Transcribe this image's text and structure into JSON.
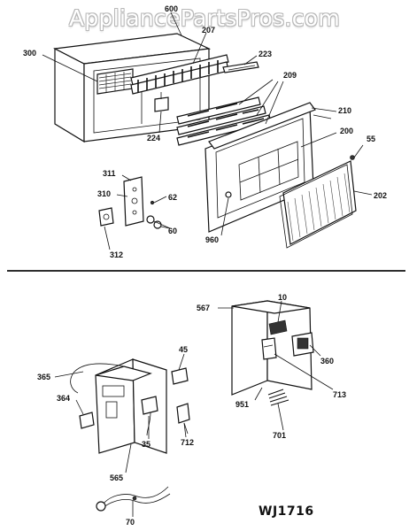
{
  "watermark": "AppliancePartsPros.com",
  "drawing_code": "WJ1716",
  "part_labels": {
    "p600": "600",
    "p207": "207",
    "p300": "300",
    "p223": "223",
    "p209": "209",
    "p224": "224",
    "p210": "210",
    "p200": "200",
    "p55": "55",
    "p311": "311",
    "p310": "310",
    "p62": "62",
    "p202": "202",
    "p60": "60",
    "p960": "960",
    "p312": "312",
    "p567": "567",
    "p10": "10",
    "p45": "45",
    "p360": "360",
    "p365": "365",
    "p364": "364",
    "p713": "713",
    "p951": "951",
    "p712": "712",
    "p35": "35",
    "p701": "701",
    "p565": "565",
    "p70": "70"
  }
}
